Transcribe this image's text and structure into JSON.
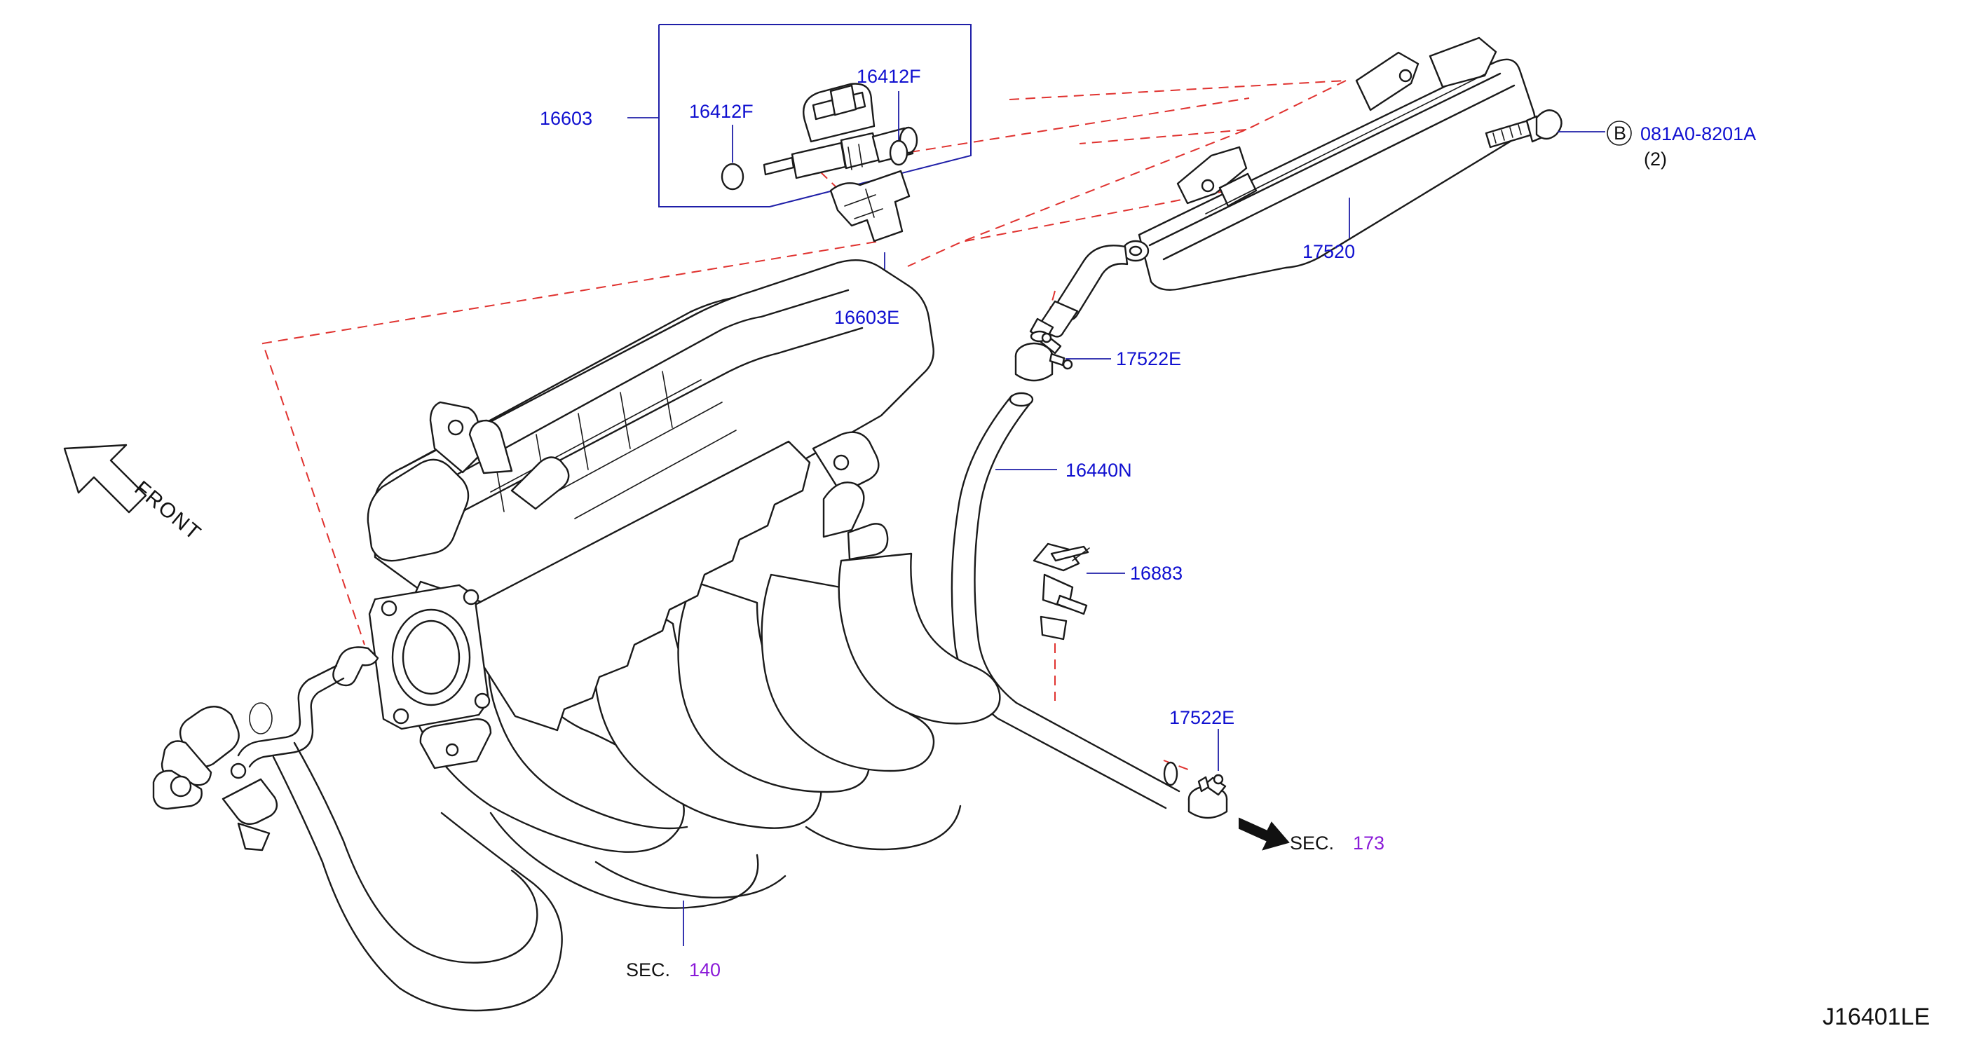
{
  "labels": {
    "assembly_16603": "16603",
    "o_ring_left": "16412F",
    "o_ring_right": "16412F",
    "clip_16603e": "16603E",
    "bolt_ref": "081A0-8201A",
    "bolt_qty": "(2)",
    "bolt_marker": "B",
    "fuel_rail": "17520",
    "clamp_upper": "17522E",
    "hose": "16440N",
    "clip_16883": "16883",
    "clamp_lower": "17522E",
    "sec_prefix_173": "SEC.",
    "sec_173": "173",
    "sec_prefix_140": "SEC.",
    "sec_140": "140",
    "front": "FRONT",
    "diagram_code": "J16401LE"
  },
  "colors": {
    "part_number": "#1010d0",
    "section_number": "#8a1ad8",
    "leader": "#1f1fa8",
    "dashed_guide": "#e0322f",
    "outline": "#1a1a1a"
  }
}
